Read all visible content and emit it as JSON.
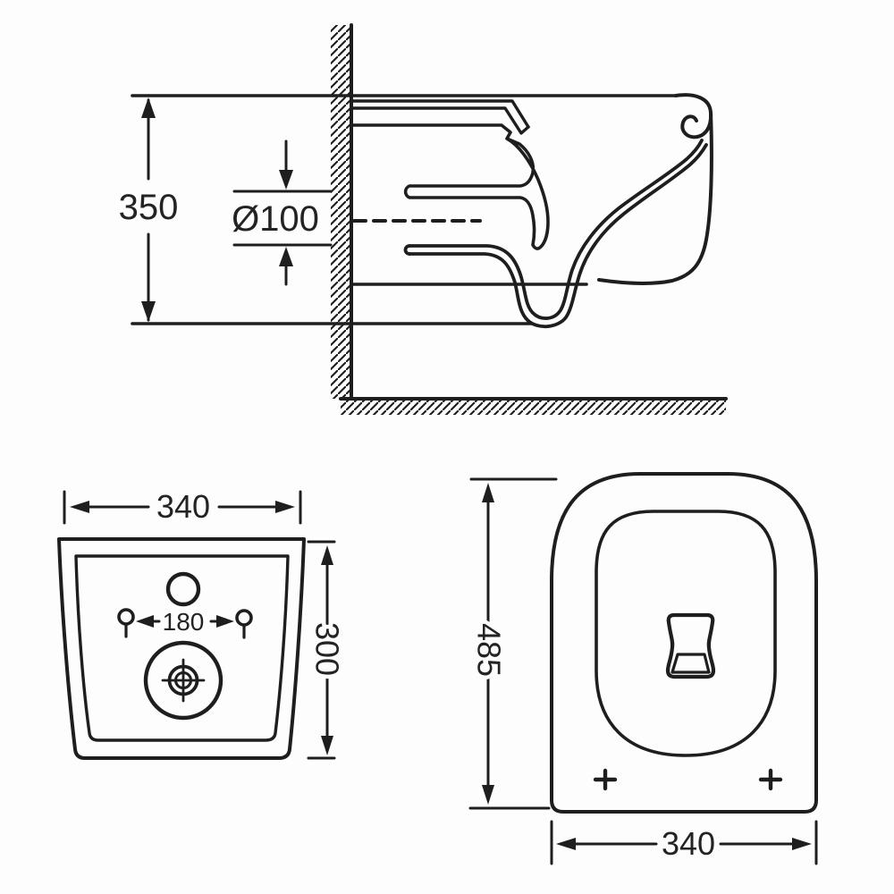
{
  "drawing": {
    "kind": "wall-hung-toilet-dimension-diagram",
    "side_view": {
      "height_label": "350",
      "outlet_diameter_label": "Ø100"
    },
    "rear_view": {
      "width_label": "340",
      "bolt_spacing_label": "180",
      "height_label": "300"
    },
    "top_view": {
      "depth_label": "485",
      "width_label": "340"
    }
  },
  "colors": {
    "line": "#1e1e1e",
    "background": "#fdfdfd"
  }
}
